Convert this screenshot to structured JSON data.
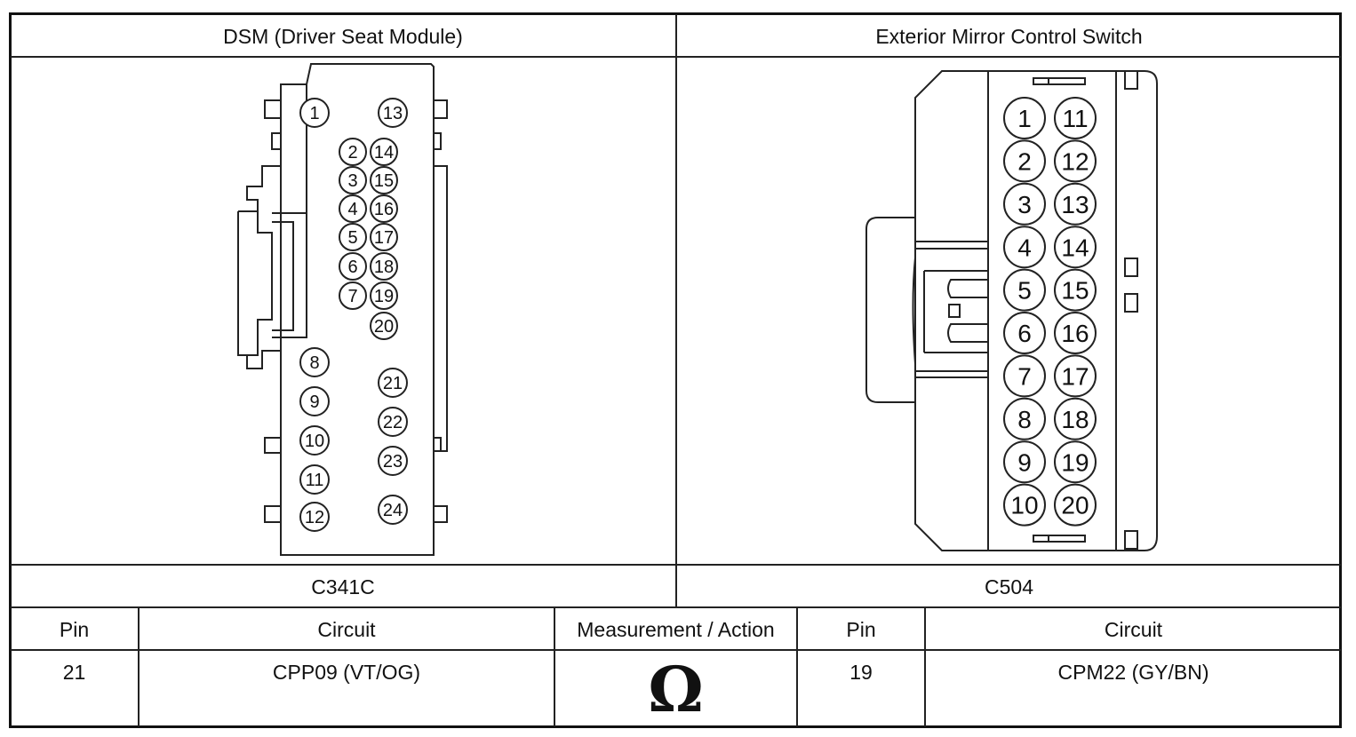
{
  "left_header": "DSM (Driver Seat Module)",
  "right_header": "Exterior Mirror Control Switch",
  "left_connector_id": "C341C",
  "right_connector_id": "C504",
  "table": {
    "headers": [
      "Pin",
      "Circuit",
      "Measurement / Action",
      "Pin",
      "Circuit"
    ],
    "row": {
      "pin_a": "21",
      "circuit_a": "CPP09 (VT/OG)",
      "action_symbol": "Ω",
      "pin_b": "19",
      "circuit_b": "CPM22 (GY/BN)"
    }
  },
  "dsm_pins": [
    "1",
    "2",
    "3",
    "4",
    "5",
    "6",
    "7",
    "8",
    "9",
    "10",
    "11",
    "12",
    "13",
    "14",
    "15",
    "16",
    "17",
    "18",
    "19",
    "20",
    "21",
    "22",
    "23",
    "24"
  ],
  "mirror_pins": [
    "1",
    "2",
    "3",
    "4",
    "5",
    "6",
    "7",
    "8",
    "9",
    "10",
    "11",
    "12",
    "13",
    "14",
    "15",
    "16",
    "17",
    "18",
    "19",
    "20"
  ]
}
